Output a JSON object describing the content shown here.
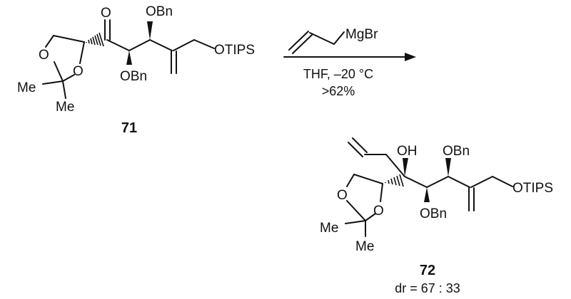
{
  "scheme": {
    "reagent_formula": "MgBr",
    "conditions_line1": "THF, –20 °C",
    "conditions_line2": ">62%"
  },
  "compound_71": {
    "id": "71",
    "labels": {
      "ketone_o": "O",
      "obn_top": "OBn",
      "obn_bottom": "OBn",
      "otips": "OTIPS",
      "ring_o_top": "O",
      "ring_o_bottom": "O",
      "me1": "Me",
      "me2": "Me"
    }
  },
  "compound_72": {
    "id": "72",
    "ratio": "dr = 67 : 33",
    "labels": {
      "oh": "OH",
      "obn_top": "OBn",
      "obn_bottom": "OBn",
      "otips": "OTIPS",
      "ring_o_top": "O",
      "ring_o_bottom": "O",
      "me1": "Me",
      "me2": "Me"
    }
  }
}
